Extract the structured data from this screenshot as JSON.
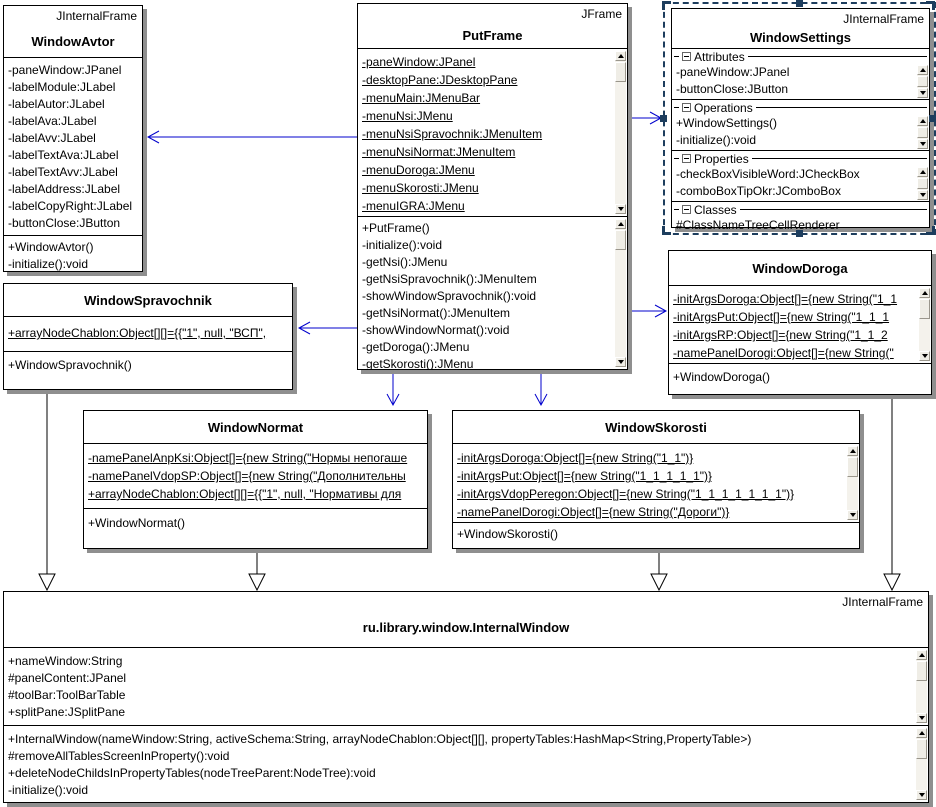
{
  "colors": {
    "connector": "#0000cc",
    "shadow": "#8f8f8f",
    "selection": "#1d3d5d"
  },
  "classes": {
    "windowAvtor": {
      "stereotype": "JInternalFrame",
      "name": "WindowAvtor",
      "attributes": [
        "-paneWindow:JPanel",
        "-labelModule:JLabel",
        "-labelAutor:JLabel",
        "-labelAva:JLabel",
        "-labelAvv:JLabel",
        "-labelTextAva:JLabel",
        "-labelTextAvv:JLabel",
        "-labelAddress:JLabel",
        "-labelCopyRight:JLabel",
        "-buttonClose:JButton"
      ],
      "methods": [
        "+WindowAvtor()",
        "-initialize():void"
      ]
    },
    "putFrame": {
      "stereotype": "JFrame",
      "name": "PutFrame",
      "attributes": [
        "-paneWindow:JPanel",
        "-desktopPane:JDesktopPane",
        "-menuMain:JMenuBar",
        "-menuNsi:JMenu",
        "-menuNsiSpravochnik:JMenuItem",
        "-menuNsiNormat:JMenuItem",
        "-menuDoroga:JMenu",
        "-menuSkorosti:JMenu",
        "-menuIGRA:JMenu"
      ],
      "methods": [
        "+PutFrame()",
        "-initialize():void",
        "-getNsi():JMenu",
        "-getNsiSpravochnik():JMenuItem",
        "-showWindowSpravochnik():void",
        "-getNsiNormat():JMenuItem",
        "-showWindowNormat():void",
        "-getDoroga():JMenu",
        "-getSkorosti():JMenu"
      ]
    },
    "windowSettings": {
      "stereotype": "JInternalFrame",
      "name": "WindowSettings",
      "sections": [
        {
          "label": "Attributes",
          "items": [
            "-paneWindow:JPanel",
            "-buttonClose:JButton"
          ]
        },
        {
          "label": "Operations",
          "items": [
            "+WindowSettings()",
            "-initialize():void"
          ]
        },
        {
          "label": "Properties",
          "items": [
            "-checkBoxVisibleWord:JCheckBox",
            "-comboBoxTipOkr:JComboBox"
          ]
        },
        {
          "label": "Classes",
          "items": [
            "#ClassNameTreeCellRenderer"
          ]
        }
      ]
    },
    "windowDoroga": {
      "name": "WindowDoroga",
      "attributes": [
        "-initArgsDoroga:Object[]={new String(\"1_1",
        "-initArgsPut:Object[]={new String(\"1_1_1",
        "-initArgsRP:Object[]={new String(\"1_1_2",
        "-namePanelDorogi:Object[]={new String(\""
      ],
      "methods": [
        "+WindowDoroga()"
      ]
    },
    "windowSpravochnik": {
      "name": "WindowSpravochnik",
      "attributes": [
        "+arrayNodeChablon:Object[][]={{\"1\", null, \"ВСП\","
      ],
      "methods": [
        "+WindowSpravochnik()"
      ]
    },
    "windowNormat": {
      "name": "WindowNormat",
      "attributes": [
        "-namePanelAnpKsi:Object[]={new String(\"Нормы непогаше",
        "-namePanelVdopSP:Object[]={new String(\"Дополнительны",
        "+arrayNodeChablon:Object[][]={{\"1\", null, \"Нормативы для"
      ],
      "methods": [
        "+WindowNormat()"
      ]
    },
    "windowSkorosti": {
      "name": "WindowSkorosti",
      "attributes": [
        "-initArgsDoroga:Object[]={new String(\"1_1\")}",
        "-initArgsPut:Object[]={new String(\"1_1_1_1_1\")}",
        "-initArgsVdopPeregon:Object[]={new String(\"1_1_1_1_1_1_1\")}",
        "-namePanelDorogi:Object[]={new String(\"Дороги\")}"
      ],
      "methods": [
        "+WindowSkorosti()"
      ]
    },
    "internalWindow": {
      "stereotype": "JInternalFrame",
      "name": "ru.library.window.InternalWindow",
      "attributes": [
        "+nameWindow:String",
        "#panelContent:JPanel",
        "#toolBar:ToolBarTable",
        "+splitPane:JSplitPane"
      ],
      "methods": [
        "+InternalWindow(nameWindow:String, activeSchema:String, arrayNodeChablon:Object[][], propertyTables:HashMap<String,PropertyTable>)",
        "#removeAllTablesScreenInProperty():void",
        "+deleteNodeChildsInPropertyTables(nodeTreeParent:NodeTree):void",
        "-initialize():void"
      ]
    }
  }
}
